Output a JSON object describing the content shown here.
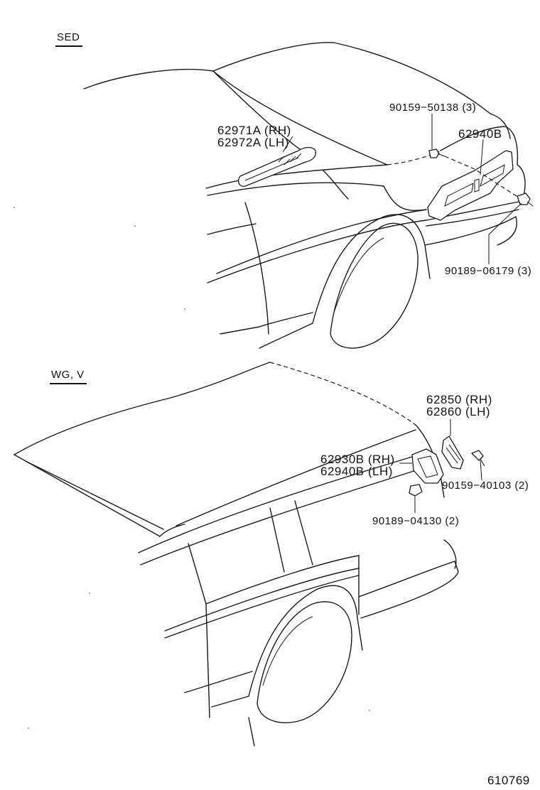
{
  "sections": {
    "sedan": "SED",
    "wagon": "WG, V"
  },
  "labels": {
    "screw_50138": "90159−50138 (3)",
    "garnish_rh": "62971A (RH)",
    "garnish_lh": "62972A (LH)",
    "grille_62940b": "62940B",
    "clip_06179": "90189−06179 (3)",
    "cover_rh": "62850 (RH)",
    "cover_lh": "62860 (LH)",
    "grille_rh": "62930B (RH)",
    "grille_lh": "62940B (LH)",
    "screw_40103": "90159−40103 (2)",
    "clip_04130": "90189−04130 (2)"
  },
  "diagram_number": "610769"
}
